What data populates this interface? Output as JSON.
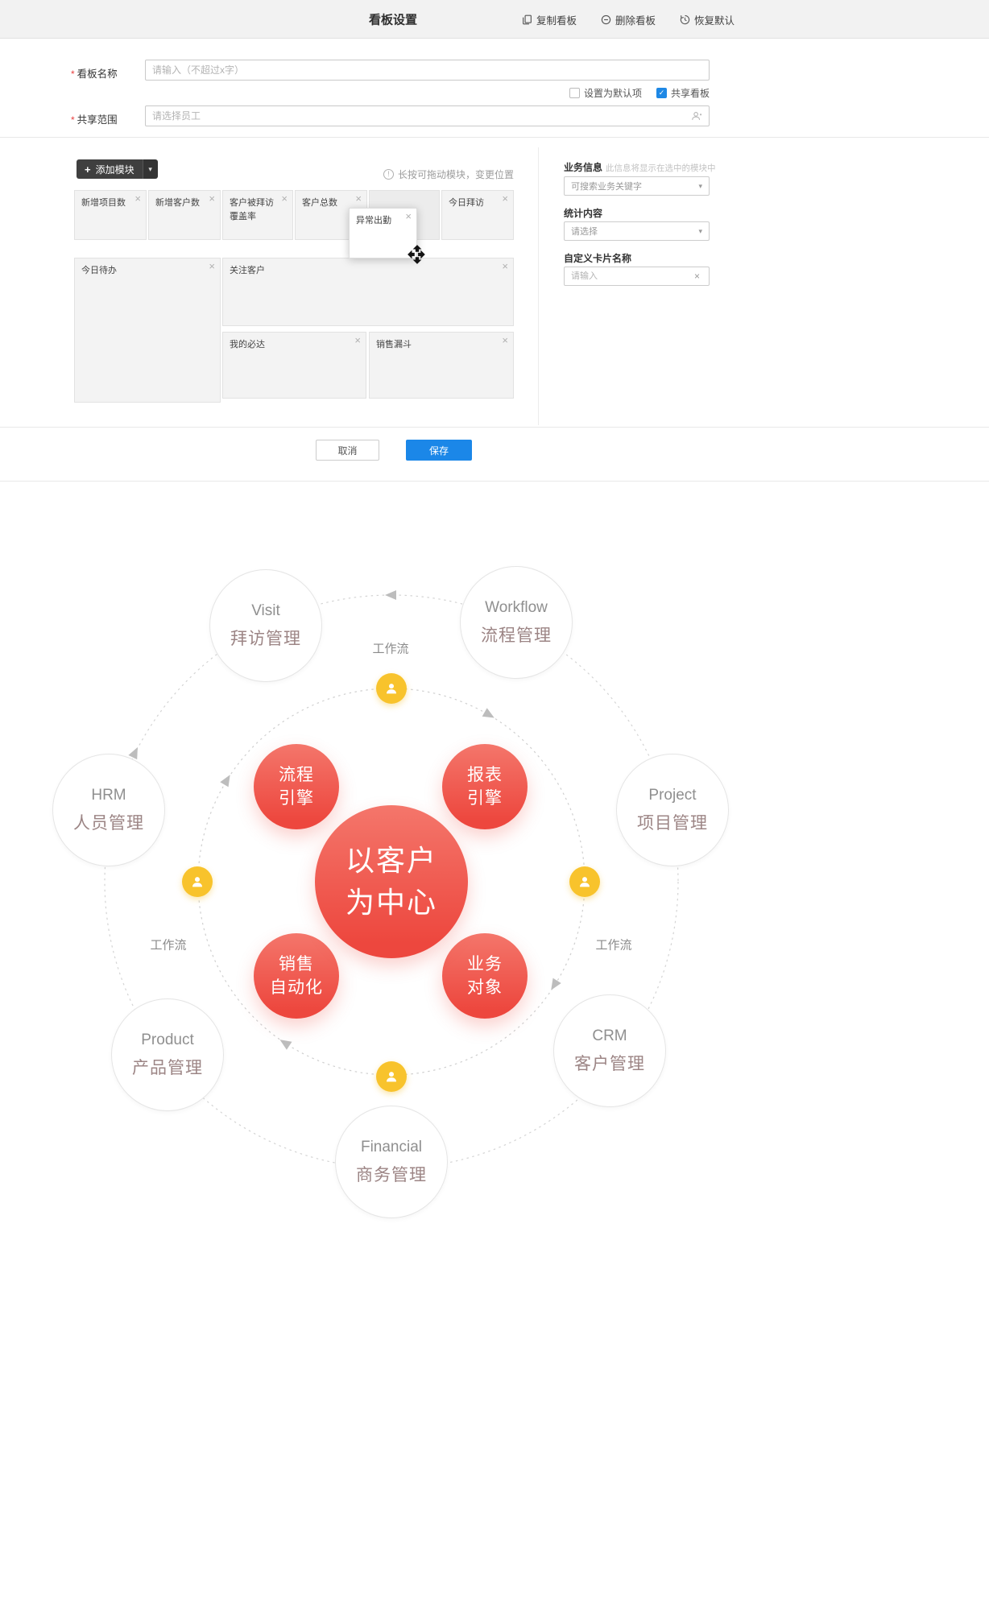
{
  "colors": {
    "accent_blue": "#1b87e8",
    "brand_red": "#ee4a41",
    "dot_yellow": "#f8c32c",
    "header_bg": "#f2f2f2"
  },
  "icons": {
    "close_glyph": "×",
    "plus_glyph": "+",
    "caret_glyph": "▾",
    "check_glyph": "✓",
    "info_glyph": "!",
    "clear_glyph": "×"
  },
  "header": {
    "title": "看板设置",
    "copy_label": "复制看板",
    "delete_label": "删除看板",
    "restore_label": "恢复默认"
  },
  "form": {
    "required_mark": "*",
    "name_label": "看板名称",
    "name_placeholder": "请输入（不超过x字）",
    "default_checkbox_label": "设置为默认项",
    "share_checkbox_label": "共享看板",
    "scope_label": "共享范围",
    "scope_placeholder": "请选择员工"
  },
  "modules": {
    "add_button_label": "添加模块",
    "drag_hint": "长按可拖动模块，变更位置",
    "cards": {
      "new_projects": "新增项目数",
      "new_customers": "新增客户数",
      "visit_coverage": "客户被拜访覆盖率",
      "customer_total": "客户总数",
      "today_visits": "今日拜访",
      "abnormal_attendance": "异常出勤",
      "today_todo": "今日待办",
      "followed_customers": "关注客户",
      "my_must": "我的必达",
      "sales_funnel": "销售漏斗"
    }
  },
  "panel": {
    "business_title": "业务信息",
    "business_hint": "此信息将显示在选中的模块中",
    "keyword_select_placeholder": "可搜索业务关键字",
    "stats_title": "统计内容",
    "stats_select_placeholder": "请选择",
    "custom_card_title": "自定义卡片名称",
    "custom_card_placeholder": "请输入"
  },
  "footer": {
    "cancel_label": "取消",
    "save_label": "保存"
  },
  "diagram": {
    "center": {
      "line1": "以客户",
      "line2": "为中心"
    },
    "engines": {
      "process": {
        "line1": "流程",
        "line2": "引擎"
      },
      "report": {
        "line1": "报表",
        "line2": "引擎"
      },
      "sales": {
        "line1": "销售",
        "line2": "自动化"
      },
      "business": {
        "line1": "业务",
        "line2": "对象"
      }
    },
    "workflow_label": "工作流",
    "outer": {
      "visit": {
        "en": "Visit",
        "zh": "拜访管理"
      },
      "workflow": {
        "en": "Workflow",
        "zh": "流程管理"
      },
      "hrm": {
        "en": "HRM",
        "zh": "人员管理"
      },
      "project": {
        "en": "Project",
        "zh": "项目管理"
      },
      "product": {
        "en": "Product",
        "zh": "产品管理"
      },
      "crm": {
        "en": "CRM",
        "zh": "客户管理"
      },
      "financial": {
        "en": "Financial",
        "zh": "商务管理"
      }
    }
  }
}
